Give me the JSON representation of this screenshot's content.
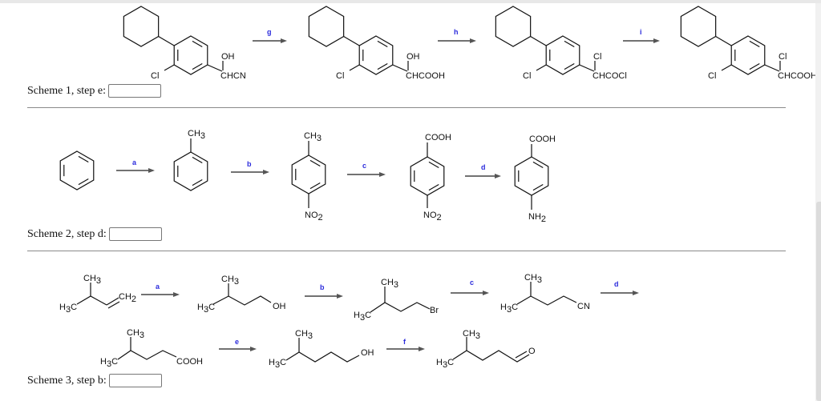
{
  "scheme1": {
    "question_label": "Scheme 1, step e:",
    "answer_value": "",
    "steps": [
      "g",
      "h",
      "i"
    ],
    "molecules": [
      {
        "top": "OH",
        "chain": "CHCN",
        "ring_sub": "Cl"
      },
      {
        "top": "OH",
        "chain": "CHCOOH",
        "ring_sub": "Cl"
      },
      {
        "top": "Cl",
        "chain": "CHCOCl",
        "ring_sub": "Cl"
      },
      {
        "top": "Cl",
        "chain": "CHCOOH",
        "ring_sub": "Cl"
      }
    ]
  },
  "scheme2": {
    "question_label": "Scheme 2, step d:",
    "answer_value": "",
    "steps": [
      "a",
      "b",
      "c",
      "d"
    ],
    "molecules": [
      {
        "top": "",
        "bottom": ""
      },
      {
        "top": "CH3",
        "bottom": ""
      },
      {
        "top": "CH3",
        "bottom": "NO2"
      },
      {
        "top": "COOH",
        "bottom": "NO2"
      },
      {
        "top": "COOH",
        "bottom": "NH2"
      }
    ]
  },
  "scheme3": {
    "question_label": "Scheme 3, step b:",
    "answer_value": "",
    "steps": [
      "a",
      "b",
      "c",
      "d",
      "e",
      "f"
    ],
    "labels": {
      "ch3": "CH3",
      "h3c": "H3C",
      "ch2": "CH2",
      "oh": "OH",
      "br": "Br",
      "cn": "CN",
      "cooh": "COOH",
      "o": "O"
    }
  }
}
